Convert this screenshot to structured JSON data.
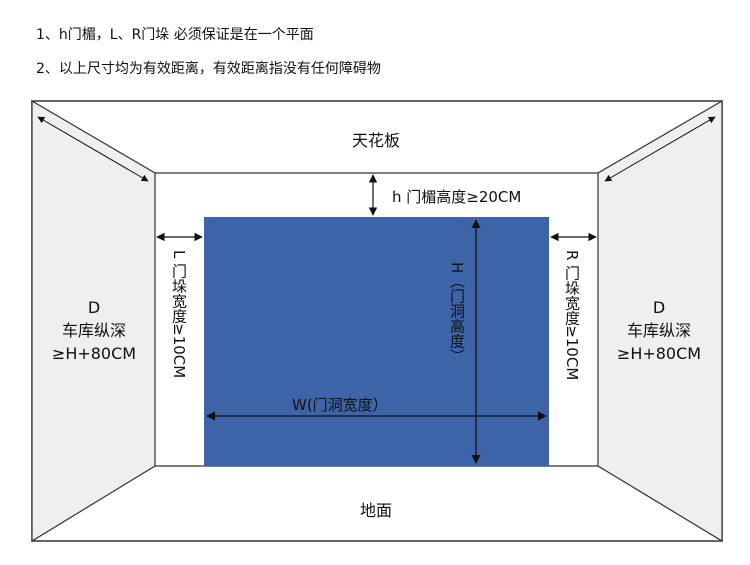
{
  "notes": {
    "line1": "1、h门楣，L、R门垛 必须保证是在一个平面",
    "line2": "2、以上尺寸均为有效距离，有效距离指没有任何障碍物"
  },
  "diagram": {
    "ceiling": "天花板",
    "floor": "地面",
    "lintel": "h 门楣高度≥20CM",
    "left_jamb": "L 门垛宽度≥10CM",
    "right_jamb": "R 门垛宽度≥10CM",
    "door_height": "H（门洞高度）",
    "door_width": "W(门洞宽度）",
    "left_depth": {
      "line1": "D",
      "line2": "车库纵深",
      "line3": "≥H+80CM"
    },
    "right_depth": {
      "line1": "D",
      "line2": "车库纵深",
      "line3": "≥H+80CM"
    },
    "colors": {
      "door": "#3d64a8",
      "side_walls": "#efefef",
      "outline": "#333333"
    }
  }
}
